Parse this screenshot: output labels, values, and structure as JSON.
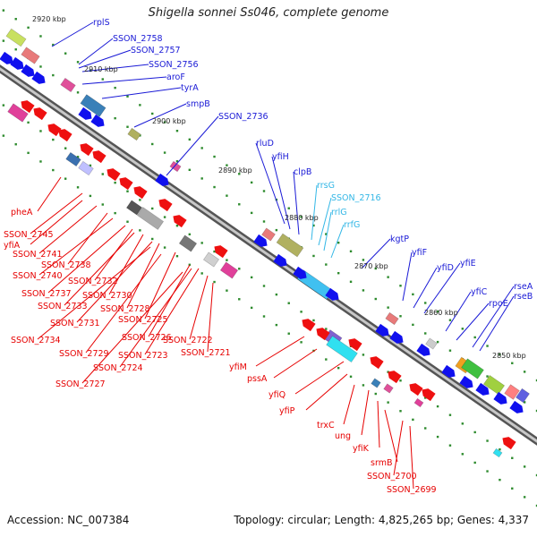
{
  "title": "Shigella sonnei Ss046, complete genome",
  "footer": {
    "accession": "Accession: NC_007384",
    "stats": "Topology: circular; Length: 4,825,265 bp; Genes: 4,337"
  },
  "ticks": [
    "2920 kbp",
    "2910 kbp",
    "2900 kbp",
    "2890 kbp",
    "2880 kbp",
    "2870 kbp",
    "2860 kbp",
    "2850 kbp"
  ],
  "label_colors": {
    "blue": "#1a1ad6",
    "cyan": "#33b7e6",
    "red": "#e60000"
  },
  "upper_labels": [
    {
      "text": "rplS",
      "color": "blue"
    },
    {
      "text": "SSON_2758",
      "color": "blue"
    },
    {
      "text": "SSON_2757",
      "color": "blue"
    },
    {
      "text": "SSON_2756",
      "color": "blue"
    },
    {
      "text": "aroF",
      "color": "blue"
    },
    {
      "text": "tyrA",
      "color": "blue"
    },
    {
      "text": "smpB",
      "color": "blue"
    },
    {
      "text": "SSON_2736",
      "color": "blue"
    },
    {
      "text": "rluD",
      "color": "blue"
    },
    {
      "text": "yfiH",
      "color": "blue"
    },
    {
      "text": "clpB",
      "color": "blue"
    },
    {
      "text": "rrsG",
      "color": "cyan"
    },
    {
      "text": "SSON_2716",
      "color": "cyan"
    },
    {
      "text": "rrlG",
      "color": "cyan"
    },
    {
      "text": "rrfG",
      "color": "cyan"
    },
    {
      "text": "kgtP",
      "color": "blue"
    },
    {
      "text": "yfiF",
      "color": "blue"
    },
    {
      "text": "yfiD",
      "color": "blue"
    },
    {
      "text": "yfiE",
      "color": "blue"
    },
    {
      "text": "yfiC",
      "color": "blue"
    },
    {
      "text": "rpoE",
      "color": "blue"
    },
    {
      "text": "rseA",
      "color": "blue"
    },
    {
      "text": "rseB",
      "color": "blue"
    }
  ],
  "lower_labels": [
    {
      "text": "pheA",
      "color": "red"
    },
    {
      "text": "SSON_2745",
      "color": "red"
    },
    {
      "text": "yfiA",
      "color": "red"
    },
    {
      "text": "SSON_2741",
      "color": "red"
    },
    {
      "text": "SSON_2738",
      "color": "red"
    },
    {
      "text": "SSON_2740",
      "color": "red"
    },
    {
      "text": "SSON_2732",
      "color": "red"
    },
    {
      "text": "SSON_2737",
      "color": "red"
    },
    {
      "text": "SSON_2730",
      "color": "red"
    },
    {
      "text": "SSON_2733",
      "color": "red"
    },
    {
      "text": "SSON_2728",
      "color": "red"
    },
    {
      "text": "SSON_2731",
      "color": "red"
    },
    {
      "text": "SSON_2725",
      "color": "red"
    },
    {
      "text": "SSON_2726",
      "color": "red"
    },
    {
      "text": "SSON_2734",
      "color": "red"
    },
    {
      "text": "SSON_2722",
      "color": "red"
    },
    {
      "text": "SSON_2729",
      "color": "red"
    },
    {
      "text": "SSON_2721",
      "color": "red"
    },
    {
      "text": "SSON_2723",
      "color": "red"
    },
    {
      "text": "SSON_2724",
      "color": "red"
    },
    {
      "text": "SSON_2727",
      "color": "red"
    },
    {
      "text": "yfiM",
      "color": "red"
    },
    {
      "text": "pssA",
      "color": "red"
    },
    {
      "text": "yfiQ",
      "color": "red"
    },
    {
      "text": "yfiP",
      "color": "red"
    },
    {
      "text": "trxC",
      "color": "red"
    },
    {
      "text": "ung",
      "color": "red"
    },
    {
      "text": "yfiK",
      "color": "red"
    },
    {
      "text": "srmB",
      "color": "red"
    },
    {
      "text": "SSON_2700",
      "color": "red"
    },
    {
      "text": "SSON_2699",
      "color": "red"
    }
  ]
}
